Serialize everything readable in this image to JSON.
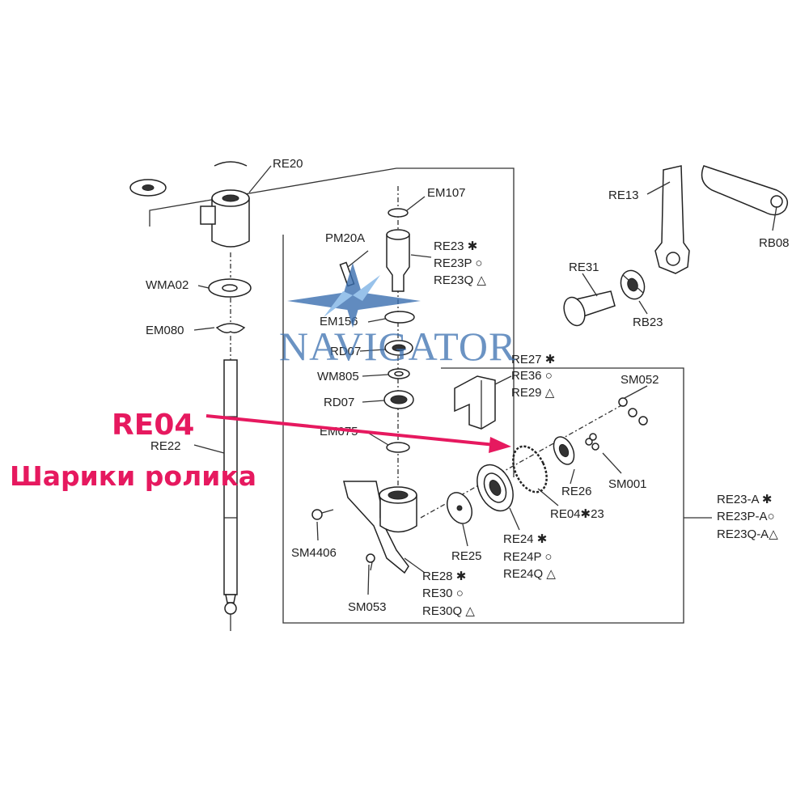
{
  "labels": {
    "re20": "RE20",
    "em107": "EM107",
    "pm20a": "PM20A",
    "re23": "RE23 ✱",
    "re23p": "RE23P ○",
    "re23q": "RE23Q △",
    "wma02": "WMA02",
    "em080": "EM080",
    "em156": "EM156",
    "rd07a": "RD07",
    "wm805": "WM805",
    "rd07b": "RD07",
    "em075": "EM075",
    "re22": "RE22",
    "re27": "RE27 ✱",
    "re36": "RE36 ○",
    "re29": "RE29 △",
    "sm052": "SM052",
    "re13": "RE13",
    "rb08": "RB08",
    "re31": "RE31",
    "rb23": "RB23",
    "re26": "RE26",
    "sm001": "SM001",
    "re04x23": "RE04✱23",
    "re24": "RE24 ✱",
    "re24p": "RE24P ○",
    "re24q": "RE24Q △",
    "re25": "RE25",
    "sm4406": "SM4406",
    "sm053": "SM053",
    "re28": "RE28 ✱",
    "re30": "RE30 ○",
    "re30q": "RE30Q △",
    "re23a": "RE23-A ✱",
    "re23pa": "RE23P-A○",
    "re23qa": "RE23Q-A△"
  },
  "watermark": {
    "text": "NAVIGATOR"
  },
  "annotation": {
    "code": "RE04",
    "caption": "Шарики ролика",
    "color": "#e6195f"
  },
  "colors": {
    "accent": "#e6195f",
    "watermark": "#3a6fb0"
  }
}
